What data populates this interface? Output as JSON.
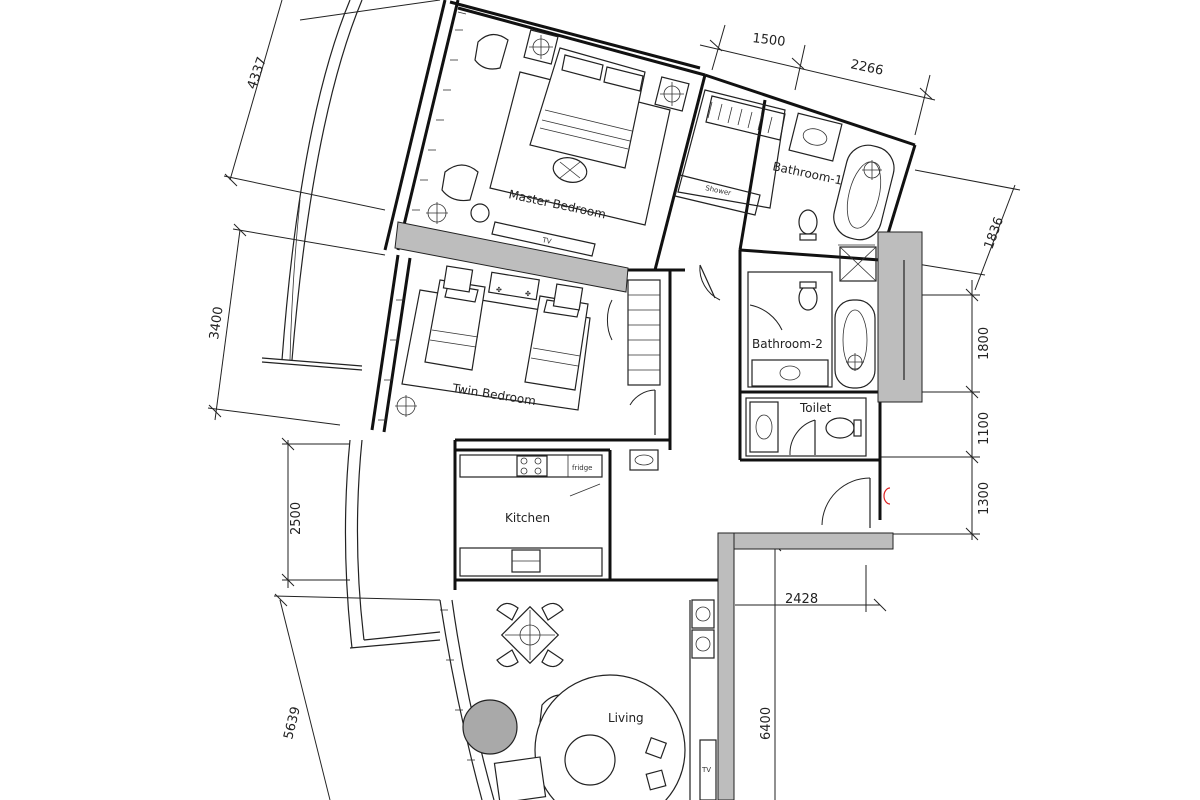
{
  "rooms": {
    "master_bedroom": "Master Bedroom",
    "twin_bedroom": "Twin Bedroom",
    "kitchen": "Kitchen",
    "living": "Living",
    "bathroom_1": "Bathroom-1",
    "bathroom_2": "Bathroom-2",
    "toilet": "Toilet"
  },
  "labels": {
    "tv": "TV",
    "shower": "Shower",
    "fridge": "fridge"
  },
  "dimensions": {
    "top_1500": "1500",
    "top_2266": "2266",
    "left_4337": "4337",
    "left_3400": "3400",
    "left_2500": "2500",
    "left_5639": "5639",
    "right_1836": "1836",
    "right_1800": "1800",
    "right_1100": "1100",
    "right_1300": "1300",
    "right_2428": "2428",
    "right_6400": "6400"
  }
}
